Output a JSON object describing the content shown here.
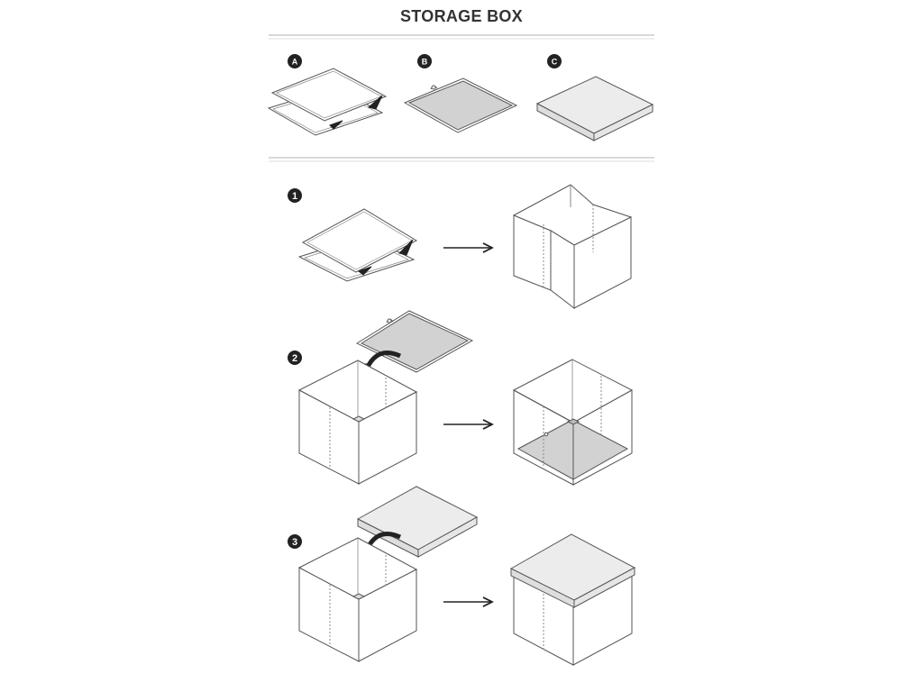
{
  "title": "STORAGE BOX",
  "parts": [
    {
      "label": "A",
      "name": "cardboard-sheets"
    },
    {
      "label": "B",
      "name": "base-panel"
    },
    {
      "label": "C",
      "name": "lid"
    }
  ],
  "steps": [
    {
      "number": "1"
    },
    {
      "number": "2"
    },
    {
      "number": "3"
    }
  ],
  "colors": {
    "line": "#555555",
    "panel": "#d2d2d2",
    "lid": "#ececec",
    "badge": "#222222",
    "divider": "#cccccc"
  }
}
